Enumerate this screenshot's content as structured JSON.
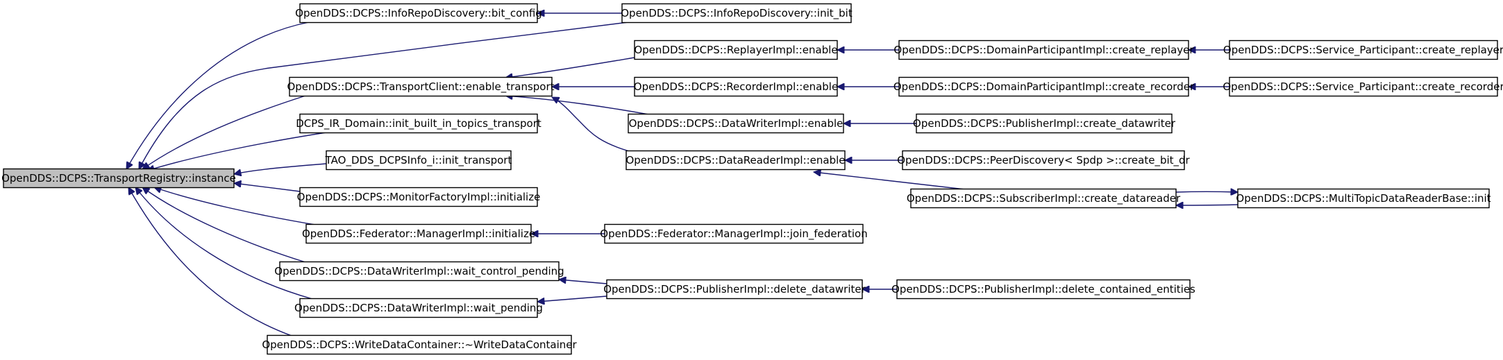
{
  "diagram": {
    "nodes": [
      {
        "id": "root",
        "label": "OpenDDS::DCPS::TransportRegistry::instance"
      },
      {
        "id": "bitcfg",
        "label": "OpenDDS::DCPS::InfoRepoDiscovery::bit_config"
      },
      {
        "id": "enabletr",
        "label": "OpenDDS::DCPS::TransportClient::enable_transport"
      },
      {
        "id": "irdomain",
        "label": "DCPS_IR_Domain::init_built_in_topics_transport"
      },
      {
        "id": "tao",
        "label": "TAO_DDS_DCPSInfo_i::init_transport"
      },
      {
        "id": "monfac",
        "label": "OpenDDS::DCPS::MonitorFactoryImpl::initialize"
      },
      {
        "id": "fedinit",
        "label": "OpenDDS::Federator::ManagerImpl::initialize"
      },
      {
        "id": "dwwcp",
        "label": "OpenDDS::DCPS::DataWriterImpl::wait_control_pending"
      },
      {
        "id": "dwwp",
        "label": "OpenDDS::DCPS::DataWriterImpl::wait_pending"
      },
      {
        "id": "wdc",
        "label": "OpenDDS::DCPS::WriteDataContainer::~WriteDataContainer"
      },
      {
        "id": "initbit",
        "label": "OpenDDS::DCPS::InfoRepoDiscovery::init_bit"
      },
      {
        "id": "replen",
        "label": "OpenDDS::DCPS::ReplayerImpl::enable"
      },
      {
        "id": "recen",
        "label": "OpenDDS::DCPS::RecorderImpl::enable"
      },
      {
        "id": "dwen",
        "label": "OpenDDS::DCPS::DataWriterImpl::enable"
      },
      {
        "id": "dren",
        "label": "OpenDDS::DCPS::DataReaderImpl::enable"
      },
      {
        "id": "joinfed",
        "label": "OpenDDS::Federator::ManagerImpl::join_federation"
      },
      {
        "id": "pubdel",
        "label": "OpenDDS::DCPS::PublisherImpl::delete_datawriter"
      },
      {
        "id": "dpcrepl",
        "label": "OpenDDS::DCPS::DomainParticipantImpl::create_replayer"
      },
      {
        "id": "dpcrec",
        "label": "OpenDDS::DCPS::DomainParticipantImpl::create_recorder"
      },
      {
        "id": "pubcdw",
        "label": "OpenDDS::DCPS::PublisherImpl::create_datawriter"
      },
      {
        "id": "peerdisc",
        "label": "OpenDDS::DCPS::PeerDiscovery< Spdp >::create_bit_dr"
      },
      {
        "id": "subcdr",
        "label": "OpenDDS::DCPS::SubscriberImpl::create_datareader"
      },
      {
        "id": "pubdce",
        "label": "OpenDDS::DCPS::PublisherImpl::delete_contained_entities"
      },
      {
        "id": "spcrepl",
        "label": "OpenDDS::DCPS::Service_Participant::create_replayer"
      },
      {
        "id": "spcrec",
        "label": "OpenDDS::DCPS::Service_Participant::create_recorder"
      },
      {
        "id": "mtdr",
        "label": "OpenDDS::DCPS::MultiTopicDataReaderBase::init"
      }
    ],
    "edges": [
      {
        "from": "bitcfg",
        "to": "root"
      },
      {
        "from": "initbit",
        "to": "root"
      },
      {
        "from": "enabletr",
        "to": "root"
      },
      {
        "from": "irdomain",
        "to": "root"
      },
      {
        "from": "tao",
        "to": "root"
      },
      {
        "from": "monfac",
        "to": "root"
      },
      {
        "from": "fedinit",
        "to": "root"
      },
      {
        "from": "dwwcp",
        "to": "root"
      },
      {
        "from": "dwwp",
        "to": "root"
      },
      {
        "from": "wdc",
        "to": "root"
      },
      {
        "from": "initbit",
        "to": "bitcfg"
      },
      {
        "from": "replen",
        "to": "enabletr"
      },
      {
        "from": "recen",
        "to": "enabletr"
      },
      {
        "from": "dwen",
        "to": "enabletr"
      },
      {
        "from": "dren",
        "to": "enabletr"
      },
      {
        "from": "joinfed",
        "to": "fedinit"
      },
      {
        "from": "pubdel",
        "to": "dwwcp"
      },
      {
        "from": "pubdel",
        "to": "dwwp"
      },
      {
        "from": "dpcrepl",
        "to": "replen"
      },
      {
        "from": "dpcrec",
        "to": "recen"
      },
      {
        "from": "pubcdw",
        "to": "dwen"
      },
      {
        "from": "peerdisc",
        "to": "dren"
      },
      {
        "from": "subcdr",
        "to": "dren"
      },
      {
        "from": "pubdce",
        "to": "pubdel"
      },
      {
        "from": "spcrepl",
        "to": "dpcrepl"
      },
      {
        "from": "spcrec",
        "to": "dpcrec"
      },
      {
        "from": "mtdr",
        "to": "subcdr"
      },
      {
        "from": "subcdr",
        "to": "mtdr"
      }
    ]
  }
}
